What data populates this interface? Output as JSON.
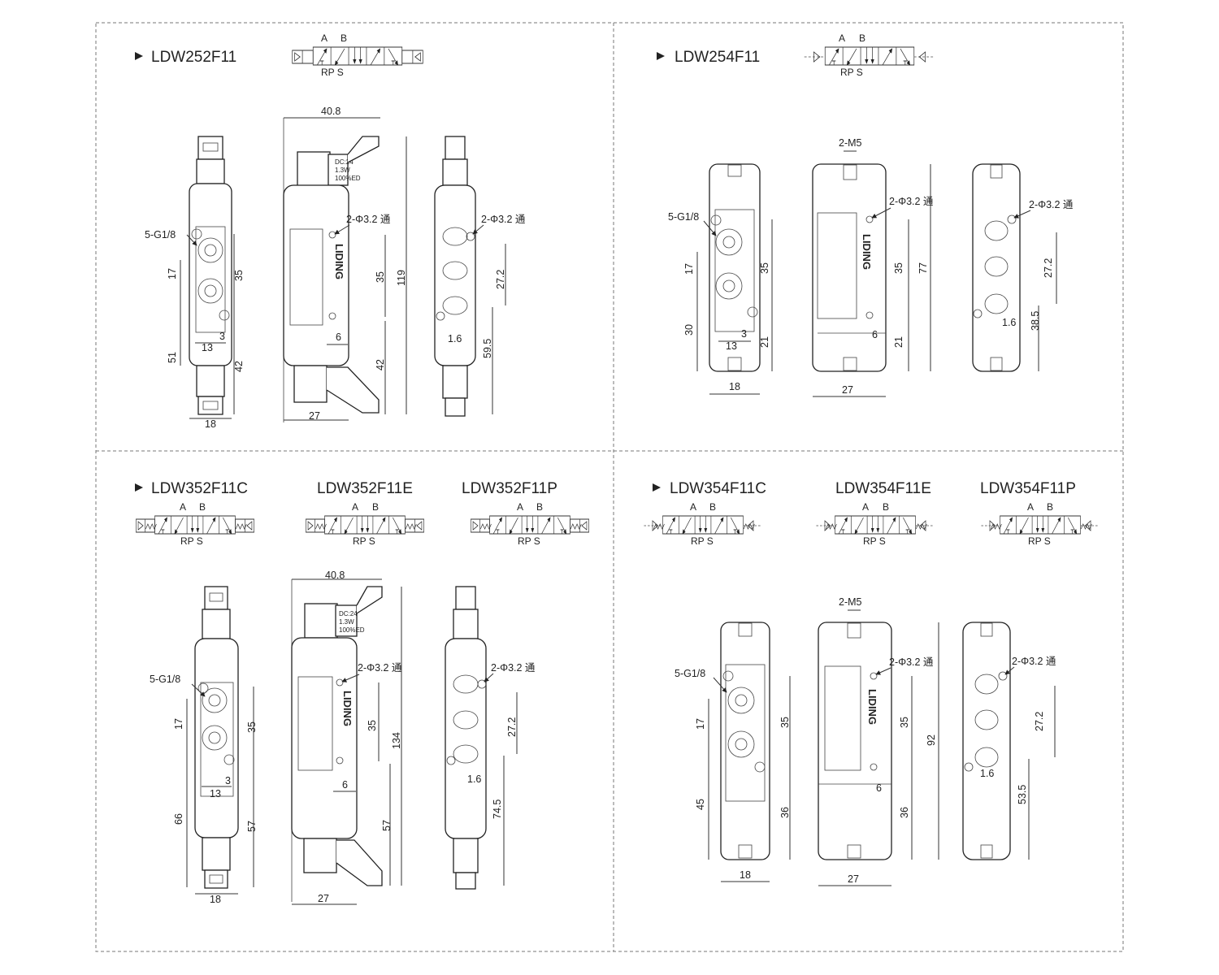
{
  "panels": {
    "p1": {
      "title": "LDW252F11",
      "symbol": {
        "a": "A",
        "b": "B",
        "rps": "RP S"
      },
      "dims": {
        "port": "5-G1/8",
        "d17": "17",
        "d35a": "35",
        "d3": "3",
        "d13": "13",
        "d51": "51",
        "d42a": "42",
        "d18": "18",
        "d40_8": "40.8",
        "hole": "2-Φ3.2 通",
        "d35b": "35",
        "d6": "6",
        "d119": "119",
        "d42b": "42",
        "d27": "27",
        "hole2": "2-Φ3.2 通",
        "d27_2": "27.2",
        "d1_6": "1.6",
        "d59_5": "59.5"
      },
      "coil": {
        "l1": "DC:24",
        "l2": "1.3W",
        "l3": "100%ED"
      },
      "brand": "LIDING"
    },
    "p2": {
      "title": "LDW254F11",
      "symbol": {
        "a": "A",
        "b": "B",
        "rps": "RP S"
      },
      "dims": {
        "port": "5-G1/8",
        "d17": "17",
        "d35a": "35",
        "d3": "3",
        "d13": "13",
        "d30": "30",
        "d21a": "21",
        "d18": "18",
        "m5": "2-M5",
        "hole": "2-Φ3.2 通",
        "d35b": "35",
        "d6": "6",
        "d77": "77",
        "d21b": "21",
        "d27": "27",
        "hole2": "2-Φ3.2 通",
        "d27_2": "27.2",
        "d1_6": "1.6",
        "d38_5": "38.5"
      },
      "brand": "LIDING"
    },
    "p3": {
      "titles": [
        "LDW352F11C",
        "LDW352F11E",
        "LDW352F11P"
      ],
      "symbol": {
        "a": "A",
        "b": "B",
        "rps": "RP S"
      },
      "dims": {
        "port": "5-G1/8",
        "d17": "17",
        "d35a": "35",
        "d3": "3",
        "d13": "13",
        "d66": "66",
        "d57a": "57",
        "d18": "18",
        "d40_8": "40.8",
        "hole": "2-Φ3.2 通",
        "d35b": "35",
        "d6": "6",
        "d134": "134",
        "d57b": "57",
        "d27": "27",
        "hole2": "2-Φ3.2 通",
        "d27_2": "27.2",
        "d1_6": "1.6",
        "d74_5": "74.5"
      },
      "coil": {
        "l1": "DC:24",
        "l2": "1.3W",
        "l3": "100%ED"
      },
      "brand": "LIDING"
    },
    "p4": {
      "titles": [
        "LDW354F11C",
        "LDW354F11E",
        "LDW354F11P"
      ],
      "symbol": {
        "a": "A",
        "b": "B",
        "rps": "RP S"
      },
      "dims": {
        "port": "5-G1/8",
        "d17": "17",
        "d35a": "35",
        "d45": "45",
        "d36a": "36",
        "d18": "18",
        "m5": "2-M5",
        "hole": "2-Φ3.2 通",
        "d35b": "35",
        "d6": "6",
        "d92": "92",
        "d36b": "36",
        "d27": "27",
        "hole2": "2-Φ3.2 通",
        "d27_2": "27.2",
        "d1_6": "1.6",
        "d53_5": "53.5"
      },
      "brand": "LIDING"
    }
  },
  "colors": {
    "line": "#333333",
    "frame": "#888888",
    "background": "#ffffff"
  }
}
